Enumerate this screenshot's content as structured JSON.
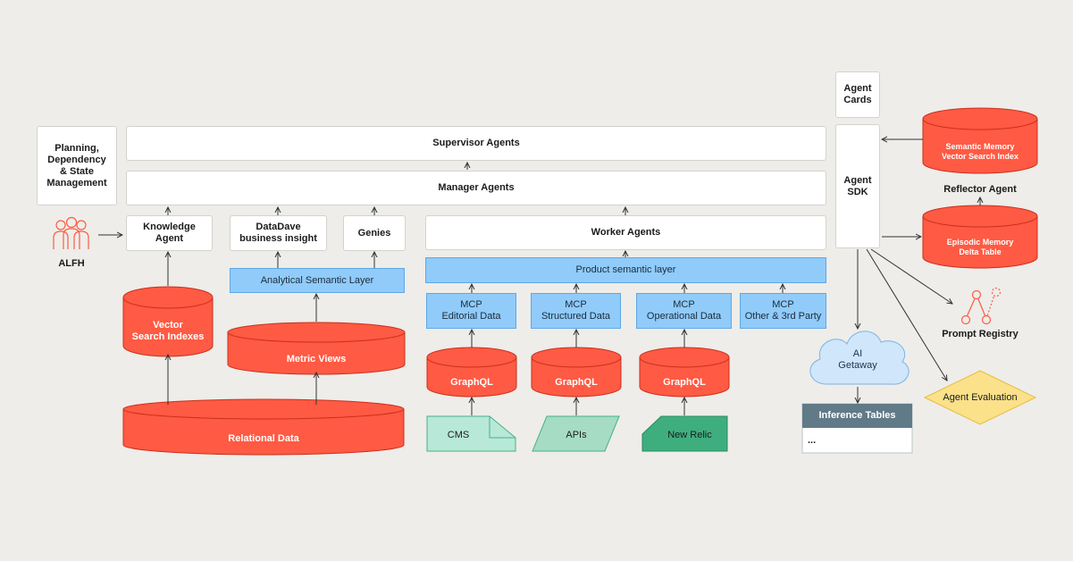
{
  "colors": {
    "background": "#eeede9",
    "cylinder_red": "#ff5a43",
    "cylinder_edge": "#c9301c",
    "semantic_blue": "#90cbfa",
    "cms_green": "#b8e8d8",
    "apis_green": "#a6dcc4",
    "newrelic_green": "#3fae7e",
    "cloud_blue": "#cfe6fb",
    "inference_header": "#617a88",
    "evaluation_yellow": "#fbe18a"
  },
  "boxes": {
    "planning": "Planning,\nDependency\n& State\nManagement",
    "supervisor": "Supervisor Agents",
    "manager": "Manager Agents",
    "knowledge": "Knowledge\nAgent",
    "datadave": "DataDave\nbusiness insight",
    "genies": "Genies",
    "worker": "Worker Agents",
    "agent_cards": "Agent\nCards",
    "agent_sdk": "Agent\nSDK"
  },
  "blue_layers": {
    "analytical": "Analytical Semantic Layer",
    "product": "Product semantic layer",
    "mcp_editorial": "MCP\nEditorial Data",
    "mcp_structured": "MCP\nStructured Data",
    "mcp_operational": "MCP\nOperational Data",
    "mcp_other": "MCP\nOther & 3rd Party"
  },
  "cylinders": {
    "vector": "Vector\nSearch Indexes",
    "metric": "Metric Views",
    "relational": "Relational Data",
    "graphql_1": "GraphQL",
    "graphql_2": "GraphQL",
    "graphql_3": "GraphQL",
    "semantic_memory": "Semantic Memory\nVector Search Index",
    "episodic_memory": "Episodic Memory\nDelta Table"
  },
  "sources": {
    "cms": "CMS",
    "apis": "APIs",
    "new_relic": "New Relic"
  },
  "labels": {
    "alfh": "ALFH",
    "reflector": "Reflector Agent",
    "prompt_registry": "Prompt Registry",
    "ai_gateway": "AI\nGetaway",
    "inference_title": "Inference Tables",
    "inference_body": "...",
    "agent_evaluation": "Agent Evaluation"
  }
}
